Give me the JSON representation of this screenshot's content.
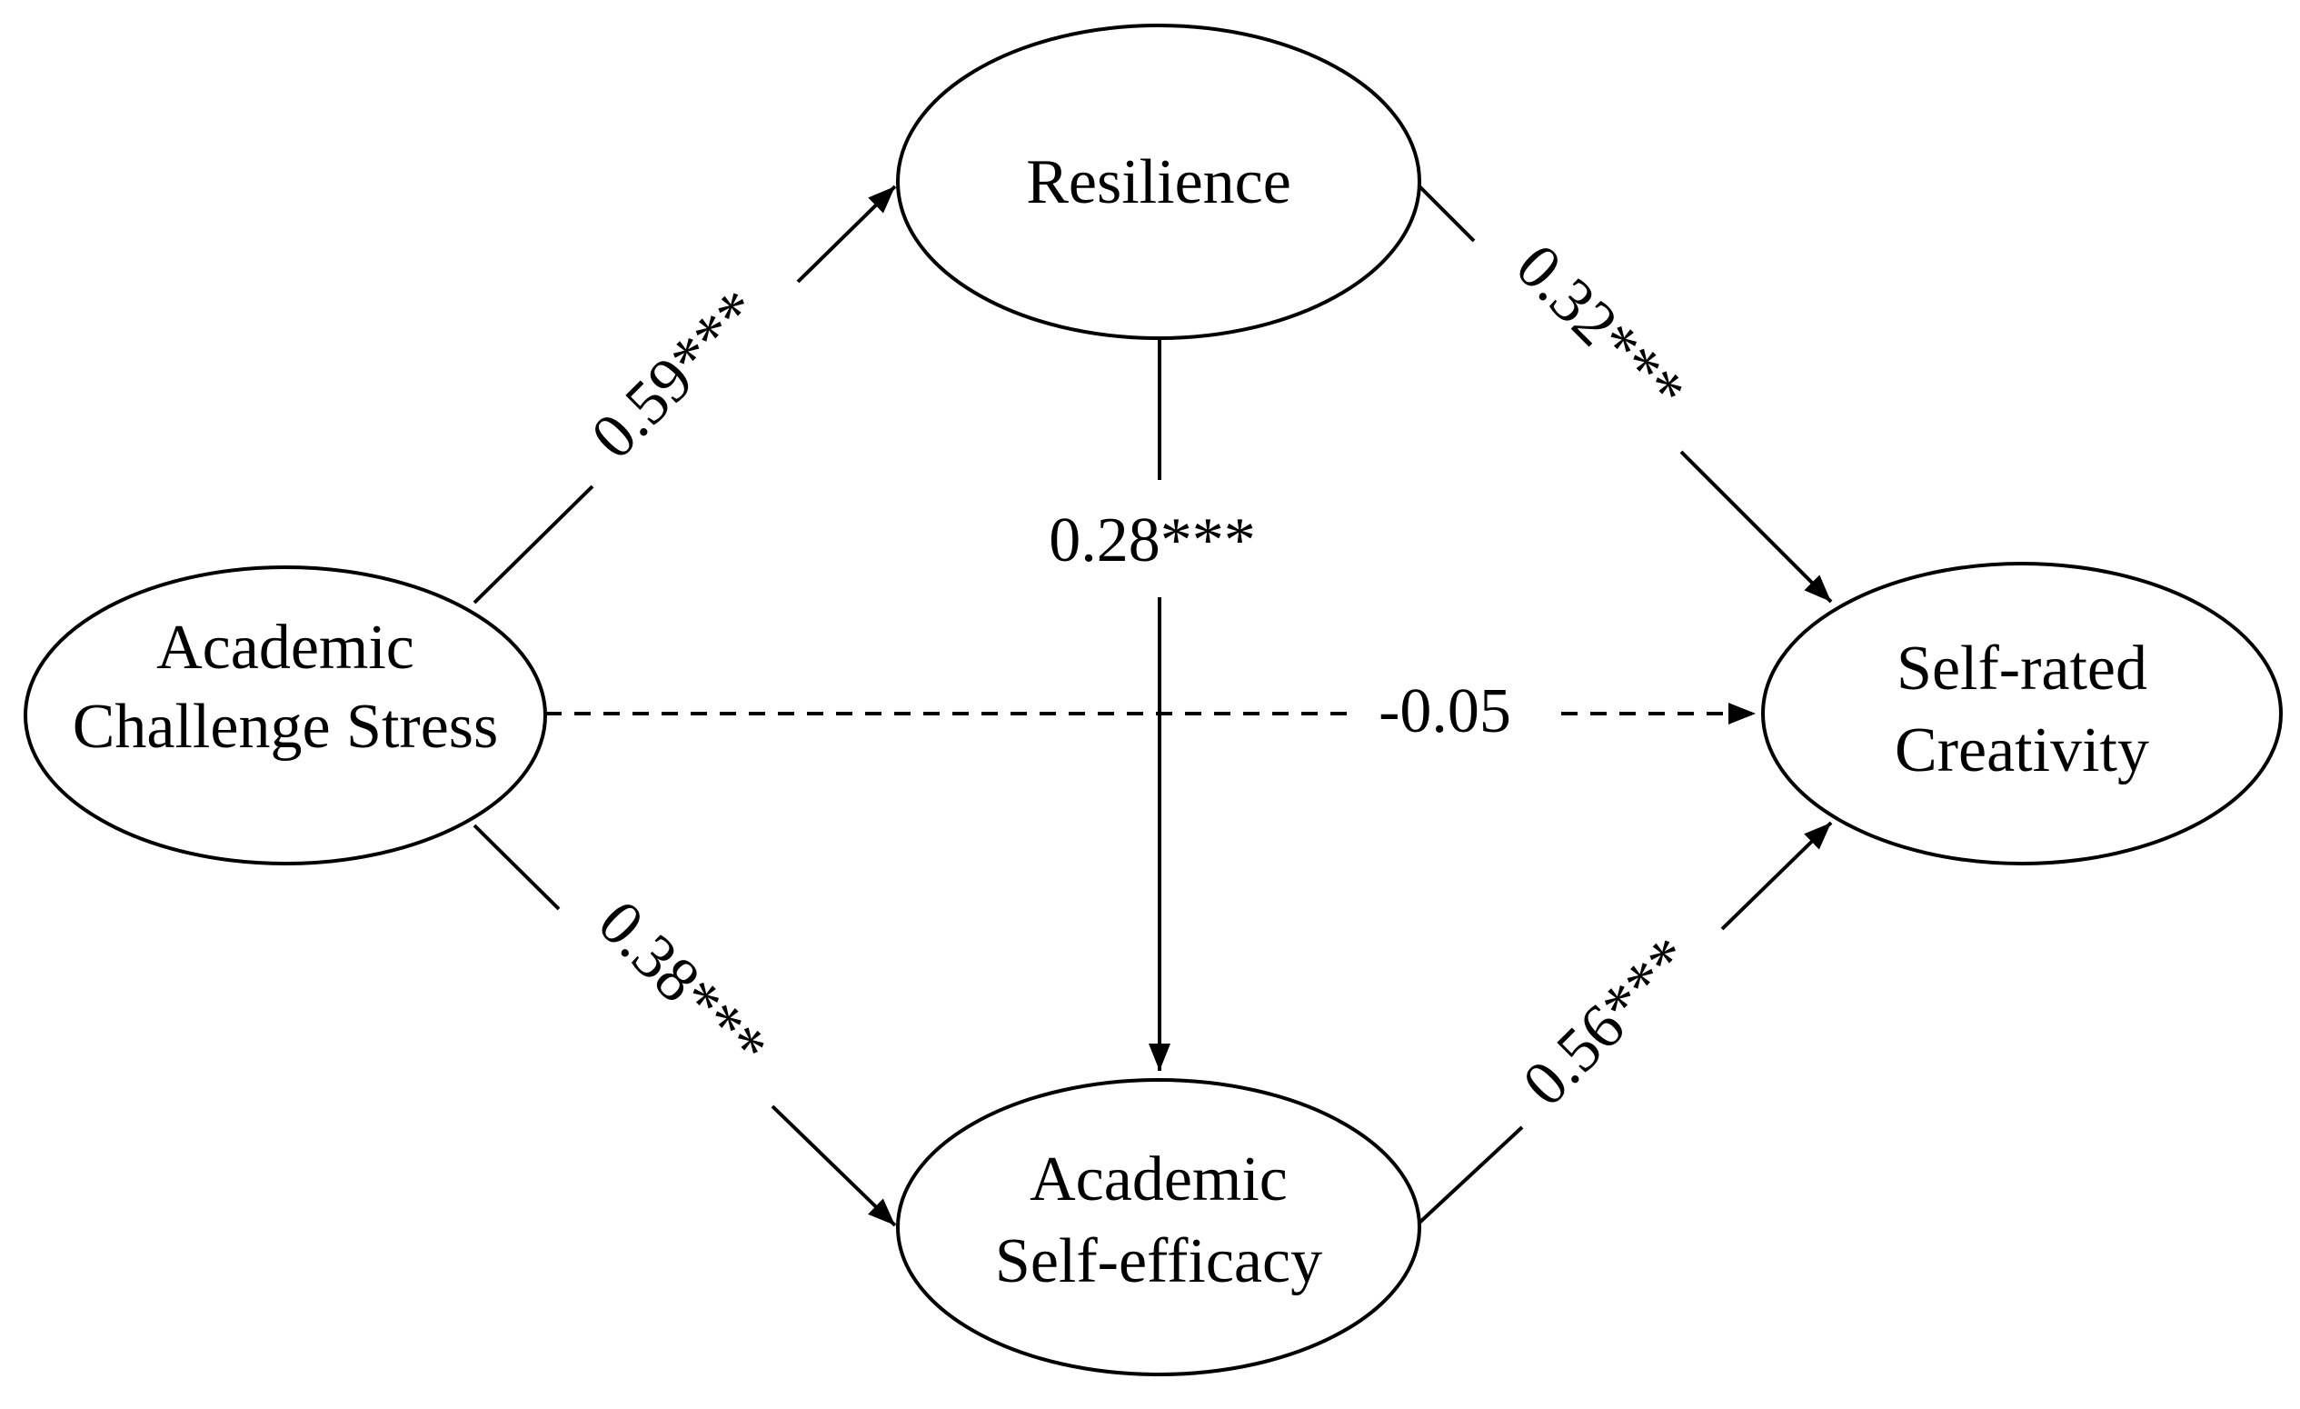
{
  "nodes": {
    "stress": {
      "lines": [
        "Academic",
        "Challenge Stress"
      ]
    },
    "resilience": {
      "lines": [
        "Resilience"
      ]
    },
    "efficacy": {
      "lines": [
        "Academic",
        "Self-efficacy"
      ]
    },
    "creativity": {
      "lines": [
        "Self-rated",
        "Creativity"
      ]
    }
  },
  "paths": {
    "stress_to_resilience": {
      "coefficient": "0.59***",
      "style": "solid"
    },
    "resilience_to_creativity": {
      "coefficient": "0.32***",
      "style": "solid"
    },
    "resilience_to_efficacy": {
      "coefficient": "0.28***",
      "style": "solid"
    },
    "stress_to_creativity": {
      "coefficient": "-0.05",
      "style": "dashed"
    },
    "stress_to_efficacy": {
      "coefficient": "0.38***",
      "style": "solid"
    },
    "efficacy_to_creativity": {
      "coefficient": "0.56***",
      "style": "solid"
    }
  },
  "colors": {
    "ink": "#000000",
    "background": "#ffffff"
  }
}
